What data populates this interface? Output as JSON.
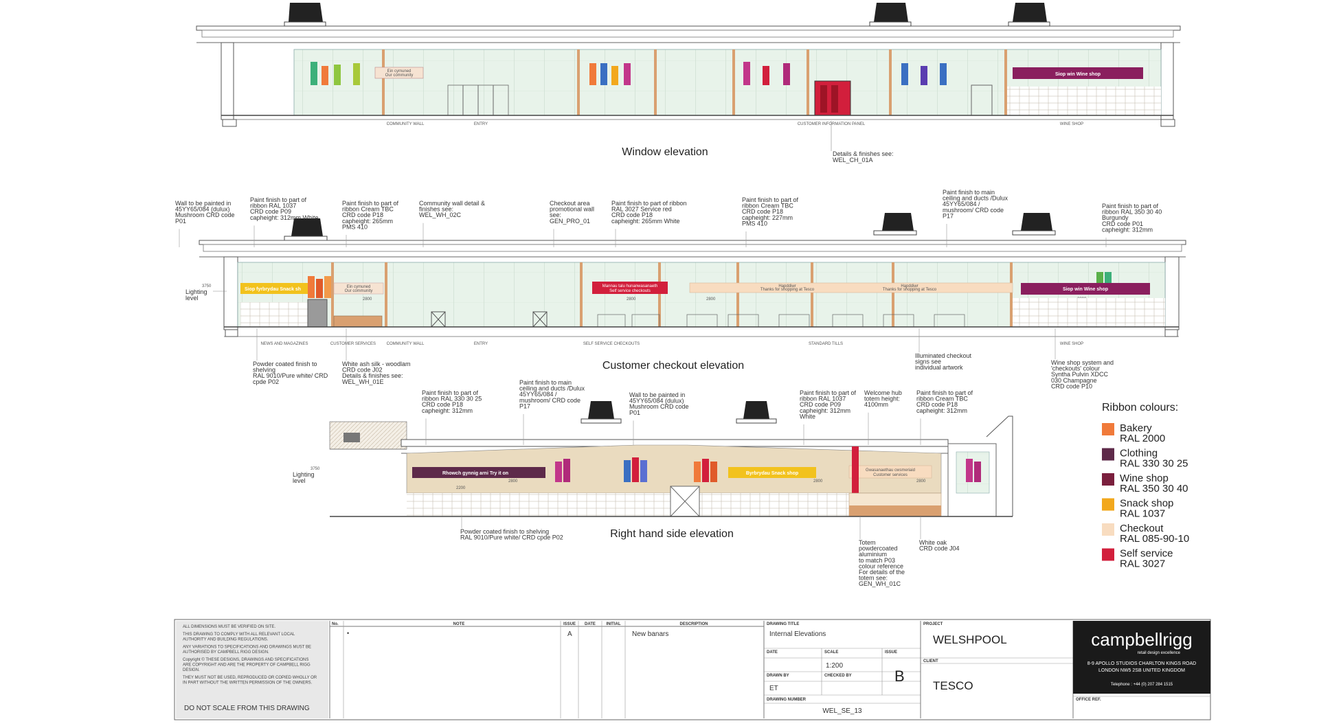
{
  "window_elevation": {
    "title": "Window elevation",
    "banner_community": [
      "Ein cymuned",
      "Our community"
    ],
    "banner_wine": "Siop win   Wine shop",
    "labels": [
      "COMMUNITY WALL",
      "ENTRY",
      "CUSTOMER INFORMATION PANEL",
      "WINE SHOP"
    ],
    "note": [
      "Details & finishes see:",
      "WEL_CH_01A"
    ]
  },
  "checkout_elevation": {
    "title": "Customer checkout elevation",
    "lighting": [
      "3750",
      "Lighting",
      "level"
    ],
    "dim_2200": "2200",
    "dim_2800": "2800",
    "banner_snack": "Siop fyrbrydau   Snack sh",
    "banner_community": [
      "Ein cymuned",
      "Our community"
    ],
    "banner_self": [
      "Mannau talu hunanwasanaeth",
      "Self service checkouts"
    ],
    "banner_checkout": [
      "Hapddiwr",
      "Thanks for shopping at Tesco"
    ],
    "banner_wine": "Siop win   Wine shop",
    "labels": [
      "NEWS AND MAGAZINES",
      "CUSTOMER SERVICES",
      "COMMUNITY WALL",
      "ENTRY",
      "SELF SERVICE CHECKOUTS",
      "STANDARD TILLS",
      "WINE SHOP"
    ],
    "notes_top": [
      [
        "Wall to be painted in",
        "45YY65/084 (dulux)",
        "Mushroom CRD code",
        "P01"
      ],
      [
        "Paint finish to part of",
        "ribbon RAL 1037",
        "CRD code P09",
        "capheight: 312mm White"
      ],
      [
        "Paint finish to part of",
        "ribbon Cream TBC",
        "CRD code P18",
        "capheight: 265mm",
        "PMS 410"
      ],
      [
        "Community wall detail &",
        "finishes see:",
        "WEL_WH_02C"
      ],
      [
        "Checkout area",
        "promotional wall",
        "see:",
        "GEN_PRO_01"
      ],
      [
        "Paint finish to part of ribbon",
        "RAL 3027 Service red",
        "CRD code P18",
        "capheight: 265mm White"
      ],
      [
        "Paint finish to part of",
        "ribbon Cream TBC",
        "CRD code P18",
        "capheight: 227mm",
        "PMS 410"
      ],
      [
        "Paint finish to main",
        "ceiling and ducts /Dulux",
        "45YY65/084 /",
        "mushroom/ CRD code",
        "P17"
      ],
      [
        "Paint finish to part of",
        "ribbon RAL 350 30 40",
        "Burgundy",
        "CRD code P01",
        "capheight: 312mm"
      ]
    ],
    "notes_bottom": [
      [
        "Powder coated finish to",
        "shelving",
        "RAL 9010/Pure white/ CRD",
        "cpde P02"
      ],
      [
        "White ash silk - woodlam",
        "CRD code J02",
        "Details & finishes see:",
        "WEL_WH_01E"
      ],
      [
        "Illuminated checkout",
        "signs see",
        "individual artwork"
      ],
      [
        "Wine shop system and",
        "'checkouts' colour",
        "Syntha Pulvin XDCC",
        "030 Champagne",
        "CRD code P10"
      ]
    ]
  },
  "right_elevation": {
    "title": "Right hand side elevation",
    "lighting": [
      "3750",
      "Lighting",
      "level"
    ],
    "dim_2200": "2200",
    "dim_2800": "2800",
    "banner_clothing": "Rhowch gynnig arni   Try it on",
    "banner_snack": "Byrbrydau   Snack shop",
    "banner_service": [
      "Gwasanaethau cwsmeriaid",
      "Customer services"
    ],
    "notes_top": [
      [
        "Paint finish to part of",
        "ribbon RAL 330 30 25",
        "CRD code P18",
        "capheight: 312mm"
      ],
      [
        "Paint finish to main",
        "ceiling and ducts /Dulux",
        "45YY65/084 /",
        "mushroom/ CRD code",
        "P17"
      ],
      [
        "Wall to be painted in",
        "45YY65/084 (dulux)",
        "Mushroom CRD code",
        "P01"
      ],
      [
        "Paint finish to part of",
        "ribbon RAL 1037",
        "CRD code P09",
        "capheight: 312mm",
        "White"
      ],
      [
        "Welcome hub",
        "totem height:",
        "4100mm"
      ],
      [
        "Paint finish to part of",
        "ribbon Cream TBC",
        "CRD code P18",
        "capheight: 312mm"
      ]
    ],
    "notes_bottom": [
      [
        "Powder coated finish to shelving",
        "RAL 9010/Pure white/ CRD cpde P02"
      ],
      [
        "Totem",
        "powdercoated",
        "aluminium",
        "to match P03",
        "colour reference",
        "For details of the",
        "totem see:",
        "GEN_WH_01C"
      ],
      [
        "White oak",
        "CRD code J04"
      ]
    ]
  },
  "legend": {
    "title": "Ribbon colours:",
    "items": [
      {
        "name": "Bakery",
        "code": "RAL 2000",
        "color": "#f07a3a"
      },
      {
        "name": "Clothing",
        "code": "RAL 330 30 25",
        "color": "#5e2a4a"
      },
      {
        "name": "Wine shop",
        "code": "RAL 350 30 40",
        "color": "#7a1f3d"
      },
      {
        "name": "Snack shop",
        "code": "RAL 1037",
        "color": "#f2a81d"
      },
      {
        "name": "Checkout",
        "code": "RAL 085-90-10",
        "color": "#f8dcc0"
      },
      {
        "name": "Self service",
        "code": "RAL 3027",
        "color": "#d21f3c"
      }
    ]
  },
  "title_block": {
    "notes": [
      "ALL DIMENSIONS MUST BE VERIFIED ON SITE.",
      "THIS DRAWING TO COMPLY WITH ALL RELEVANT LOCAL",
      "AUTHORITY AND BUILDING REGULATIONS.",
      "ANY VARIATIONS TO SPECIFICATIONS AND DRAWINGS MUST BE",
      "AUTHORISED BY CAMPBELL RIGG DESIGN.",
      "Copyright © THESE DESIGNS, DRAWINGS AND SPECIFICATIONS",
      "ARE COPYRIGHT AND ARE THE PROPERTY OF CAMPBELL RIGG",
      "DESIGN.",
      "THEY MUST NOT BE USED, REPRODUCED OR COPIED WHOLLY OR",
      "IN PART WITHOUT THE WRITTEN PERMISSION OF THE OWNERS."
    ],
    "do_not_scale": "DO NOT SCALE FROM THIS DRAWING",
    "headers": {
      "no": "No.",
      "note": "NOTE",
      "issue": "ISSUE",
      "date": "DATE",
      "initial": "INITIAL",
      "description": "DESCRIPTION"
    },
    "row": {
      "no": "•",
      "issue": "A",
      "description": "New banars"
    },
    "drawing_title_label": "DRAWING TITLE",
    "drawing_title": "Internal Elevations",
    "date_label": "DATE",
    "scale_label": "SCALE",
    "issue_label": "ISSUE",
    "scale": "1:200",
    "drawn_by_label": "DRAWN BY",
    "checked_by_label": "CHECKED BY",
    "drawn_by": "ET",
    "issue": "B",
    "drawing_number_label": "DRAWING NUMBER",
    "drawing_number": "WEL_SE_13",
    "project_label": "PROJECT",
    "project": "WELSHPOOL",
    "client_label": "CLIENT",
    "client": "TESCO",
    "office_ref_label": "OFFICE REF.",
    "company": {
      "logo": "campbellrigg",
      "tagline": "retail design excellence",
      "address1": "8-9 APOLLO STUDIOS  CHARLTON KINGS ROAD",
      "address2": "LONDON NW5 2SB   UNITED KINGDOM",
      "phone": "Telephone : +44 (0) 207 284 1515"
    }
  },
  "colors": {
    "mushroom": "#eadbbf",
    "glass": "#e6f2e8",
    "timber": "#d9a070",
    "line": "#555555"
  }
}
